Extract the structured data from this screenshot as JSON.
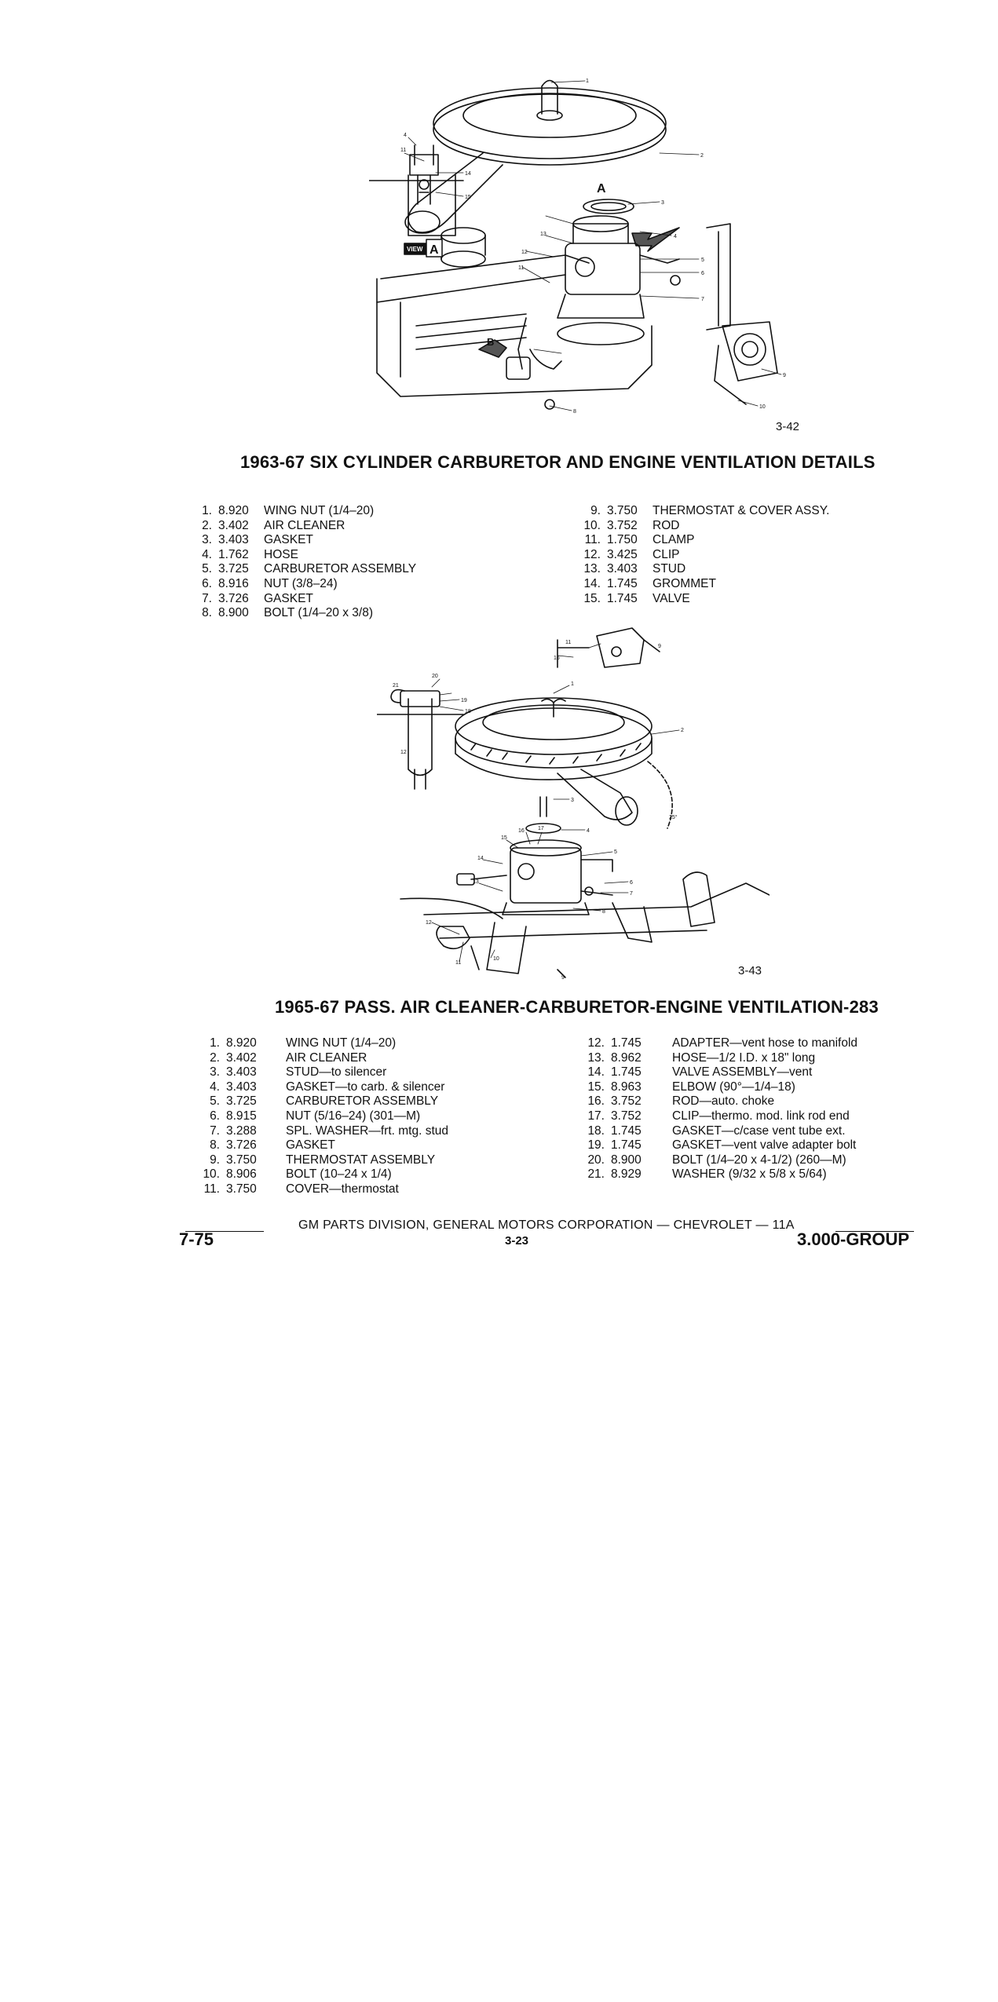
{
  "figure1": {
    "fig_number": "3-42",
    "view_label": "VIEW A",
    "arrow_labels": [
      "A",
      "B"
    ],
    "callouts": [
      "1",
      "2",
      "3",
      "4",
      "5",
      "6",
      "7",
      "8",
      "9",
      "10",
      "11",
      "12",
      "13",
      "14",
      "15"
    ]
  },
  "section1": {
    "title": "1963-67 SIX CYLINDER CARBURETOR AND ENGINE VENTILATION DETAILS",
    "parts_left": [
      {
        "num": "1.",
        "code": "8.920",
        "desc": "WING NUT (1/4–20)"
      },
      {
        "num": "2.",
        "code": "3.402",
        "desc": "AIR CLEANER"
      },
      {
        "num": "3.",
        "code": "3.403",
        "desc": "GASKET"
      },
      {
        "num": "4.",
        "code": "1.762",
        "desc": "HOSE"
      },
      {
        "num": "5.",
        "code": "3.725",
        "desc": "CARBURETOR ASSEMBLY"
      },
      {
        "num": "6.",
        "code": "8.916",
        "desc": "NUT (3/8–24)"
      },
      {
        "num": "7.",
        "code": "3.726",
        "desc": "GASKET"
      },
      {
        "num": "8.",
        "code": "8.900",
        "desc": "BOLT (1/4–20 x 3/8)"
      }
    ],
    "parts_right": [
      {
        "num": "9.",
        "code": "3.750",
        "desc": "THERMOSTAT & COVER ASSY."
      },
      {
        "num": "10.",
        "code": "3.752",
        "desc": "ROD"
      },
      {
        "num": "11.",
        "code": "1.750",
        "desc": "CLAMP"
      },
      {
        "num": "12.",
        "code": "3.425",
        "desc": "CLIP"
      },
      {
        "num": "13.",
        "code": "3.403",
        "desc": "STUD"
      },
      {
        "num": "14.",
        "code": "1.745",
        "desc": "GROMMET"
      },
      {
        "num": "15.",
        "code": "1.745",
        "desc": "VALVE"
      }
    ]
  },
  "figure2": {
    "fig_number": "3-43",
    "angle_label": "25°",
    "callouts": [
      "1",
      "2",
      "3",
      "4",
      "5",
      "6",
      "7",
      "8",
      "9",
      "10",
      "11",
      "12",
      "13",
      "14",
      "15",
      "16",
      "17",
      "18",
      "19",
      "20",
      "21"
    ]
  },
  "section2": {
    "title": "1965-67 PASS. AIR CLEANER-CARBURETOR-ENGINE VENTILATION-283",
    "parts_left": [
      {
        "num": "1.",
        "code": "8.920",
        "desc": "WING NUT (1/4–20)"
      },
      {
        "num": "2.",
        "code": "3.402",
        "desc": "AIR CLEANER"
      },
      {
        "num": "3.",
        "code": "3.403",
        "desc": "STUD—to silencer"
      },
      {
        "num": "4.",
        "code": "3.403",
        "desc": "GASKET—to carb. & silencer"
      },
      {
        "num": "5.",
        "code": "3.725",
        "desc": "CARBURETOR ASSEMBLY"
      },
      {
        "num": "6.",
        "code": "8.915",
        "desc": "NUT (5/16–24) (301—M)"
      },
      {
        "num": "7.",
        "code": "3.288",
        "desc": "SPL. WASHER—frt. mtg. stud"
      },
      {
        "num": "8.",
        "code": "3.726",
        "desc": "GASKET"
      },
      {
        "num": "9.",
        "code": "3.750",
        "desc": "THERMOSTAT ASSEMBLY"
      },
      {
        "num": "10.",
        "code": "8.906",
        "desc": "BOLT (10–24 x 1/4)"
      },
      {
        "num": "11.",
        "code": "3.750",
        "desc": "COVER—thermostat"
      }
    ],
    "parts_right": [
      {
        "num": "12.",
        "code": "1.745",
        "desc": "ADAPTER—vent hose to manifold"
      },
      {
        "num": "13.",
        "code": "8.962",
        "desc": "HOSE—1/2 I.D. x 18\" long"
      },
      {
        "num": "14.",
        "code": "1.745",
        "desc": "VALVE ASSEMBLY—vent"
      },
      {
        "num": "15.",
        "code": "8.963",
        "desc": "ELBOW (90°—1/4–18)"
      },
      {
        "num": "16.",
        "code": "3.752",
        "desc": "ROD—auto. choke"
      },
      {
        "num": "17.",
        "code": "3.752",
        "desc": "CLIP—thermo. mod. link rod end"
      },
      {
        "num": "18.",
        "code": "1.745",
        "desc": "GASKET—c/case vent tube ext."
      },
      {
        "num": "19.",
        "code": "1.745",
        "desc": "GASKET—vent valve adapter bolt"
      },
      {
        "num": "20.",
        "code": "8.900",
        "desc": "BOLT (1/4–20 x 4-1/2) (260—M)"
      },
      {
        "num": "21.",
        "code": "8.929",
        "desc": "WASHER (9/32 x 5/8 x 5/64)"
      }
    ]
  },
  "footer": {
    "date": "7-75",
    "publisher": "GM PARTS DIVISION, GENERAL MOTORS CORPORATION — CHEVROLET — 11A",
    "page": "3-23",
    "group": "3.000-GROUP"
  }
}
